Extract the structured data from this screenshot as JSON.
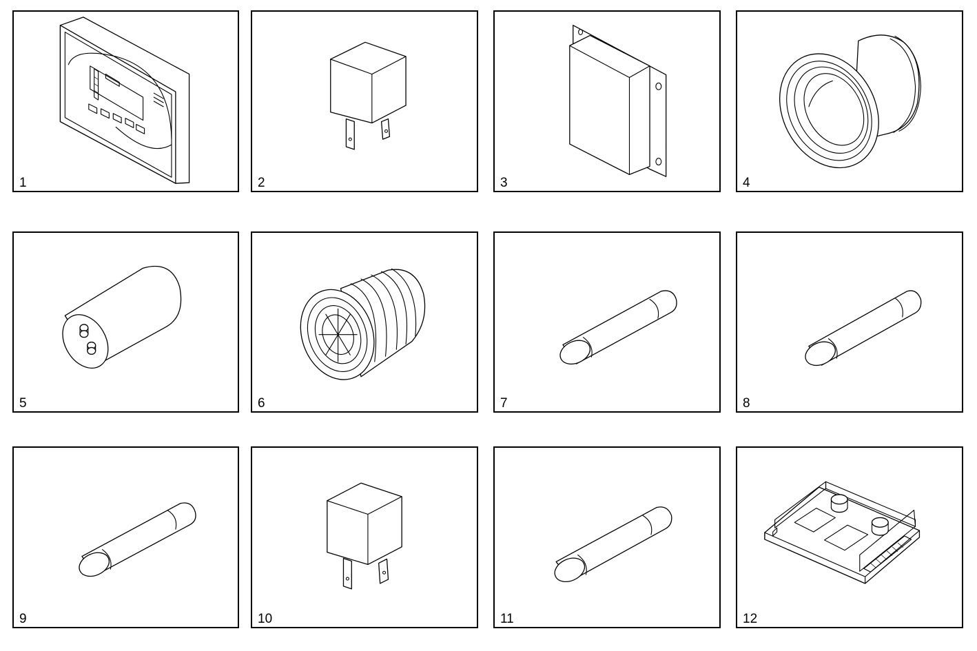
{
  "panels": [
    {
      "label": "1",
      "icon": "control-display-unit"
    },
    {
      "label": "2",
      "icon": "relay"
    },
    {
      "label": "3",
      "icon": "electronic-module"
    },
    {
      "label": "4",
      "icon": "lamp-knob"
    },
    {
      "label": "5",
      "icon": "capacitor"
    },
    {
      "label": "6",
      "icon": "buzzer"
    },
    {
      "label": "7",
      "icon": "fuse"
    },
    {
      "label": "8",
      "icon": "fuse"
    },
    {
      "label": "9",
      "icon": "fuse"
    },
    {
      "label": "10",
      "icon": "relay"
    },
    {
      "label": "11",
      "icon": "fuse"
    },
    {
      "label": "12",
      "icon": "circuit-board"
    }
  ]
}
